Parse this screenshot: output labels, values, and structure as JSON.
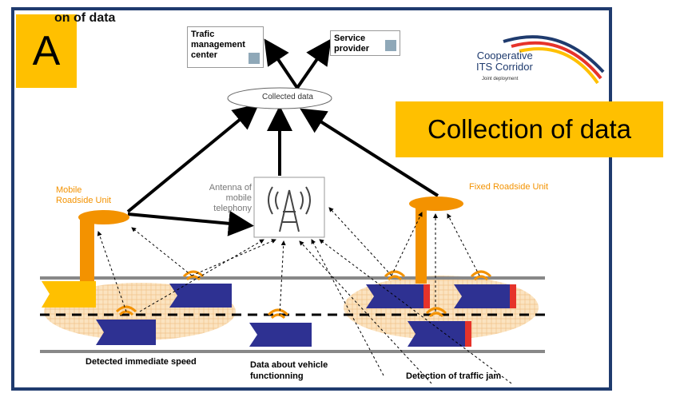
{
  "slide": {
    "badge": "A",
    "title_partial": "on of data",
    "banner": "Collection of data"
  },
  "nodes": {
    "traffic_center": "Trafic\nmanagement\ncenter",
    "service_provider": "Service\nprovider",
    "collected_data": "Collected data",
    "antenna": "Antenna of\nmobile\ntelephony",
    "mobile_rsu": "Mobile\nRoadside Unit",
    "fixed_rsu": "Fixed Roadside Unit"
  },
  "labels": {
    "speed": "Detected immediate speed",
    "vehicle": "Data about vehicle\nfunctionning",
    "jam": "Detection of traffic jam"
  },
  "logo": {
    "line1": "Cooperative",
    "line2": "ITS Corridor",
    "sub": "Joint deployment"
  },
  "colors": {
    "accent": "#ffc000",
    "frame": "#1f3b6e",
    "orange": "#f39200",
    "car": "#2e3192",
    "zone": "#f8dcb0"
  }
}
